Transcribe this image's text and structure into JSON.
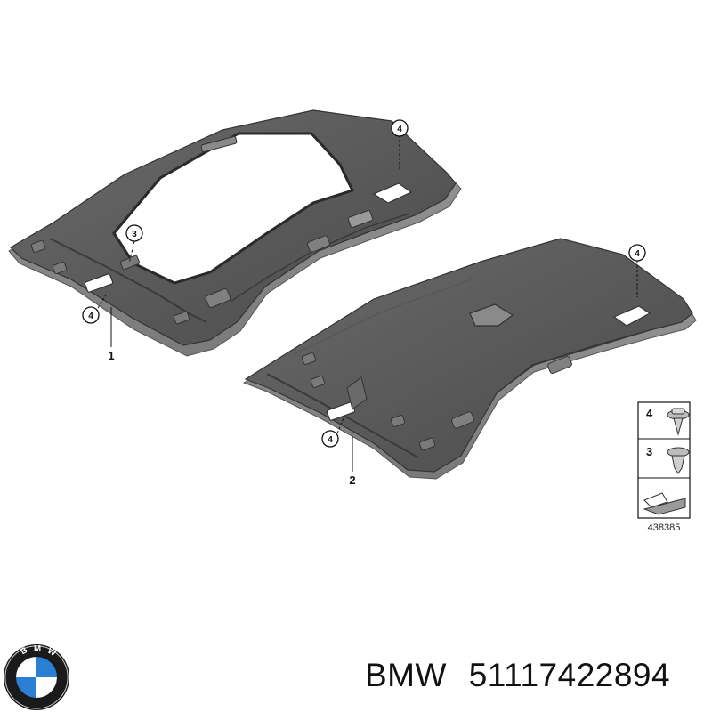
{
  "diagram": {
    "parts": [
      {
        "number": "1",
        "description": "headliner with sunroof opening"
      },
      {
        "number": "2",
        "description": "headliner without sunroof"
      }
    ],
    "callouts": {
      "upper_right": "4",
      "sunroof_clip": "3",
      "upper_left_clip": "4",
      "lower_right": "4",
      "lower_left_clip": "4"
    },
    "legend": {
      "items": [
        {
          "number": "4"
        },
        {
          "number": "3"
        }
      ],
      "diagram_id": "438385"
    }
  },
  "caption": {
    "brand": "BMW",
    "part_number": "51117422894"
  },
  "logo": {
    "text": "BMW",
    "colors": {
      "ring": "#1a1a1a",
      "blue": "#2a7fd4",
      "white": "#ffffff"
    }
  }
}
